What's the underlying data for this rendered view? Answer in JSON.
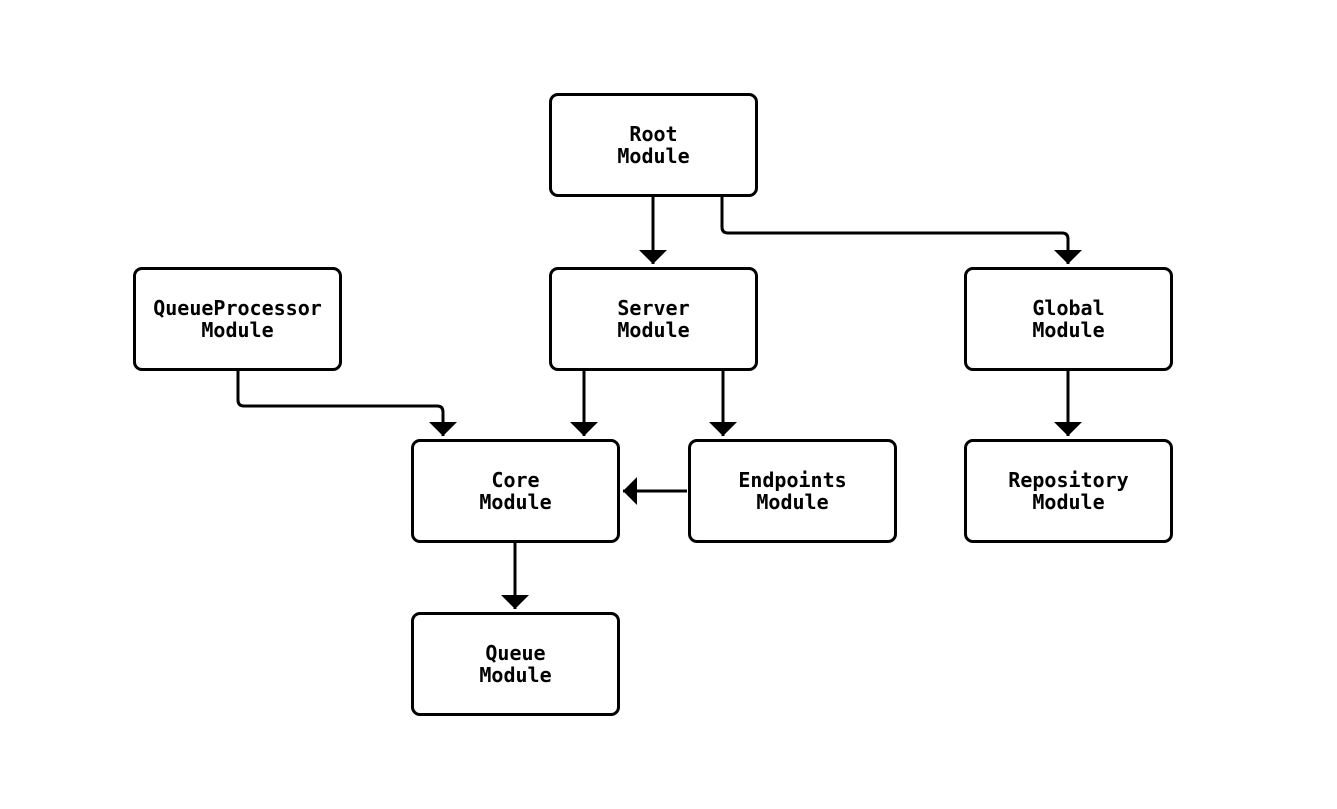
{
  "diagram": {
    "type": "module-dependency-flowchart",
    "nodes": {
      "root": {
        "label": "Root\nModule"
      },
      "queueprocessor": {
        "label": "QueueProcessor\nModule"
      },
      "server": {
        "label": "Server\nModule"
      },
      "global": {
        "label": "Global\nModule"
      },
      "core": {
        "label": "Core\nModule"
      },
      "endpoints": {
        "label": "Endpoints\nModule"
      },
      "repository": {
        "label": "Repository\nModule"
      },
      "queue": {
        "label": "Queue\nModule"
      }
    },
    "edges": [
      {
        "from": "Root Module",
        "to": "Server Module"
      },
      {
        "from": "Root Module",
        "to": "Global Module"
      },
      {
        "from": "QueueProcessor Module",
        "to": "Core Module"
      },
      {
        "from": "Server Module",
        "to": "Core Module"
      },
      {
        "from": "Server Module",
        "to": "Endpoints Module"
      },
      {
        "from": "Endpoints Module",
        "to": "Core Module"
      },
      {
        "from": "Global Module",
        "to": "Repository Module"
      },
      {
        "from": "Core Module",
        "to": "Queue Module"
      }
    ],
    "colors": {
      "background": "#ffffff",
      "node_fill": "#ffffff",
      "stroke": "#000000",
      "text": "#000000"
    }
  }
}
